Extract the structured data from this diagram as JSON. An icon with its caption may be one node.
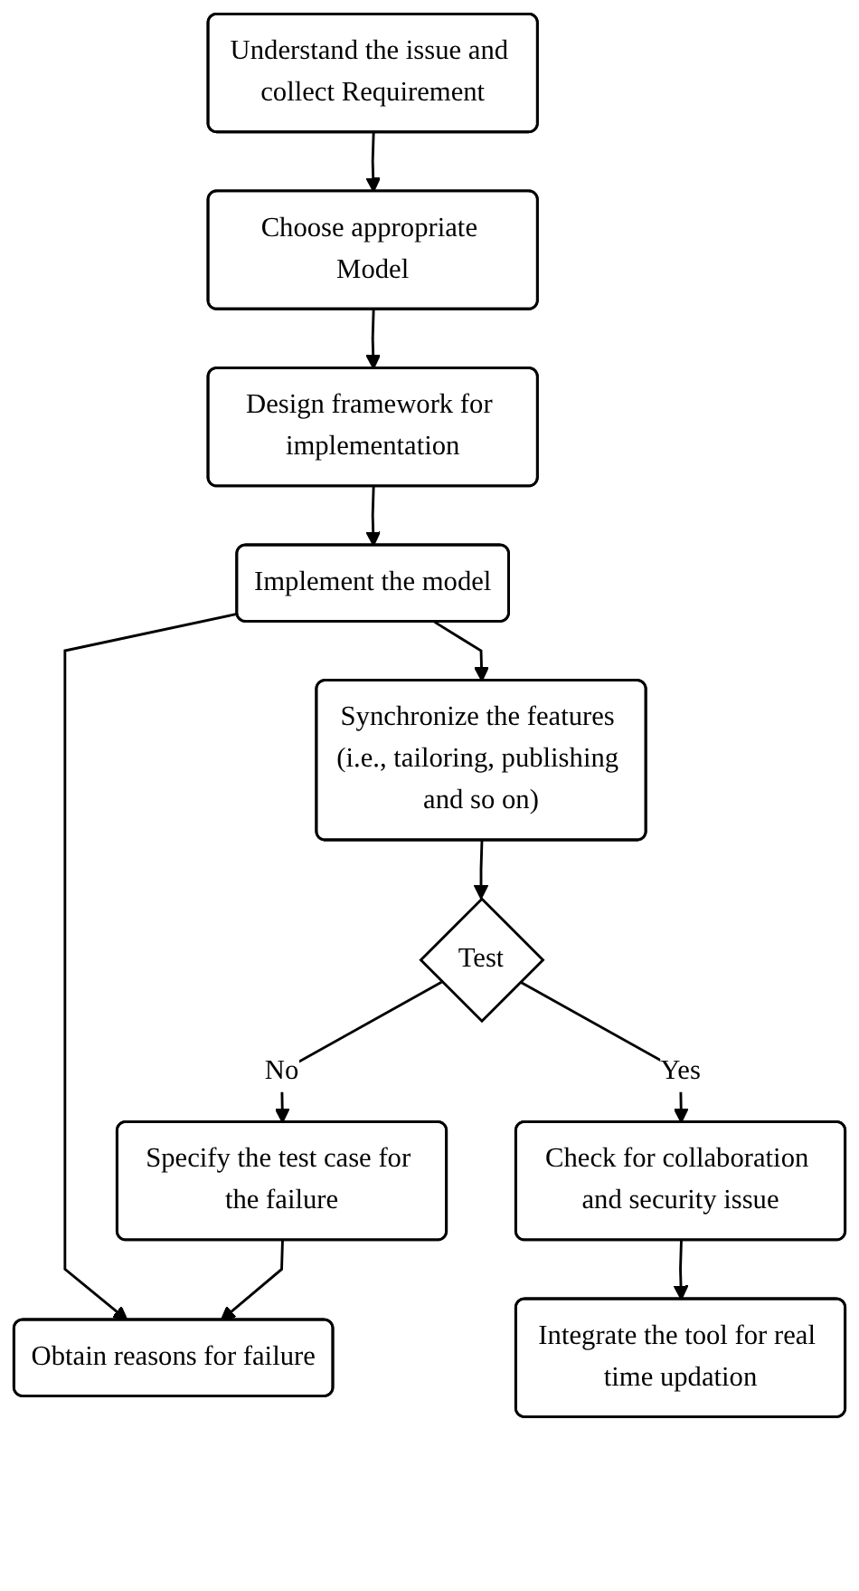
{
  "diagram": {
    "nodes": [
      {
        "text": [
          "Understand the issue and collect Requirement"
        ]
      },
      {
        "text": [
          "Choose appropriate Model"
        ]
      },
      {
        "text": [
          "Design framework for implementation"
        ]
      },
      {
        "text": [
          "Implement the model"
        ]
      },
      {
        "text": [
          "Obtain reasons for failure"
        ]
      },
      {
        "text": [
          "Synchronize the features (i.e., tailoring, publishing and so on)"
        ]
      },
      {
        "text": [
          "Test"
        ]
      },
      {
        "text": [
          "Specify the test case for the failure"
        ]
      },
      {
        "text": [
          "Check for collaboration and security issue"
        ]
      },
      {
        "text": [
          "Integrate the tool for real time updation"
        ]
      }
    ],
    "edges": [
      {
        "from": 0,
        "to": 1,
        "arrow": "to"
      },
      {
        "from": 1,
        "to": 2,
        "arrow": "to"
      },
      {
        "from": 2,
        "to": 3,
        "arrow": "to"
      },
      {
        "from": 3,
        "to": 4,
        "arrow": "to"
      },
      {
        "from": 3,
        "to": 5,
        "arrow": "to"
      },
      {
        "from": 5,
        "to": 6,
        "arrow": "to"
      },
      {
        "from": 6,
        "to": 7,
        "arrow": "to",
        "label": "No"
      },
      {
        "from": 7,
        "to": 4,
        "arrow": "to"
      },
      {
        "from": 6,
        "to": 8,
        "arrow": "to",
        "label": "Yes"
      },
      {
        "from": 8,
        "to": 9,
        "arrow": "to"
      }
    ]
  }
}
